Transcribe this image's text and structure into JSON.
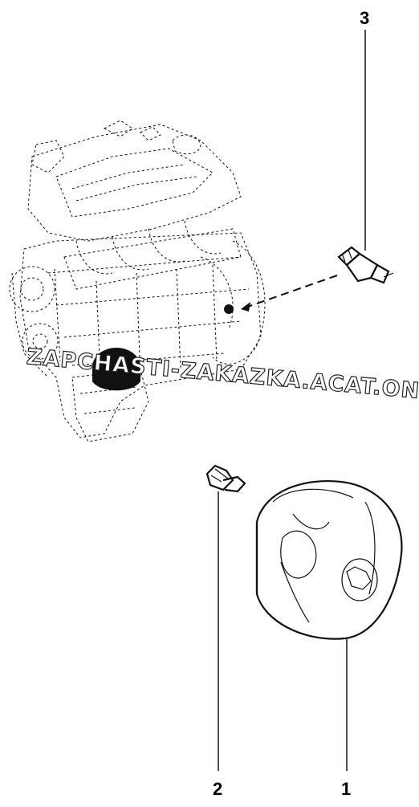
{
  "watermark": "ZAPCHASTI-ZAKAZKA.ACAT.ONLINE",
  "callouts": {
    "oil_filter": "1",
    "fitting": "2",
    "pressure_sensor": "3"
  }
}
